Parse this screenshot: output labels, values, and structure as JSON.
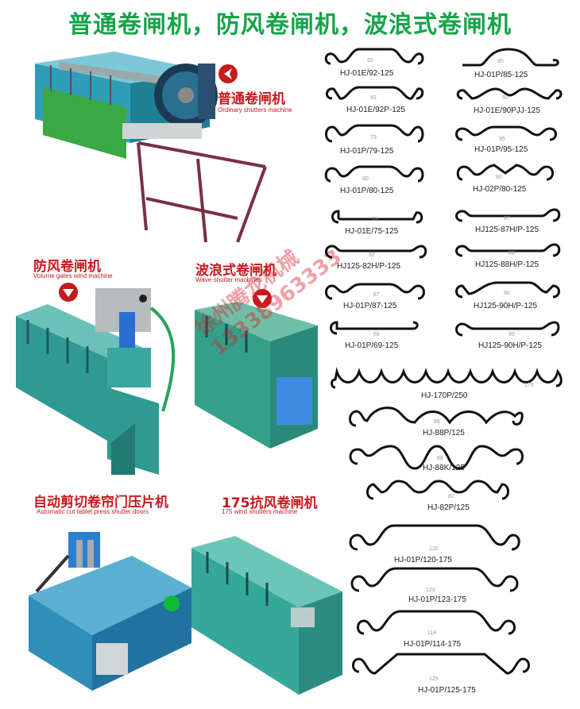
{
  "title": "普通卷闸机，防风卷闸机，波浪式卷闸机",
  "machines": [
    {
      "zh": "普通卷闸机",
      "en": "Ordinary shutters machine"
    },
    {
      "zh": "防风卷闸机",
      "en": "Volume gates wind machine"
    },
    {
      "zh": "波浪式卷闸机",
      "en": "Wave-shutter machines"
    },
    {
      "zh": "自动剪切卷帘门压片机",
      "en": "Automatic cut tablet press shutter doors"
    },
    {
      "zh": "175抗风卷闸机",
      "en": "175 wind shutters machine"
    }
  ],
  "watermark": {
    "line1": "徐州腾龙机械",
    "line2": "13338963333"
  },
  "profiles": [
    {
      "dim": "92",
      "label": "HJ-01E/92-125"
    },
    {
      "dim": "85",
      "label": "HJ-01P/85-125"
    },
    {
      "dim": "92",
      "label": "HJ-01E/92P-125"
    },
    {
      "dim": "90",
      "label": "HJ-01E/90PJJ-125"
    },
    {
      "dim": "79",
      "label": "HJ-01P/79-125"
    },
    {
      "dim": "95",
      "label": "HJ-01P/95-125"
    },
    {
      "dim": "80",
      "label": "HJ-01P/80-125"
    },
    {
      "dim": "80",
      "label": "HJ-02P/80-125"
    },
    {
      "dim": "75",
      "label": "HJ-01E/75-125"
    },
    {
      "dim": "87",
      "label": "HJ125-87H/P-125"
    },
    {
      "dim": "82",
      "label": "HJ125-82H/P-125"
    },
    {
      "dim": "88",
      "label": "HJ125-88H/P-125"
    },
    {
      "dim": "87",
      "label": "HJ-01P/87-125"
    },
    {
      "dim": "90",
      "label": "HJ125-90H/P-125"
    },
    {
      "dim": "69",
      "label": "HJ-01P/69-125"
    },
    {
      "dim": "90",
      "label": "HJ125-90H/P-125"
    },
    {
      "dim": "170",
      "label": "HJ-170P/250"
    },
    {
      "dim": "88",
      "label": "HJ-88P/125"
    },
    {
      "dim": "88",
      "label": "HJ-88K/125"
    },
    {
      "dim": "82",
      "label": "HJ-82P/125"
    },
    {
      "dim": "120",
      "label": "HJ-01P/120-175"
    },
    {
      "dim": "123",
      "label": "HJ-01P/123-175"
    },
    {
      "dim": "114",
      "label": "HJ-01P/114-175"
    },
    {
      "dim": "125",
      "label": "HJ-01P/125-175"
    }
  ]
}
